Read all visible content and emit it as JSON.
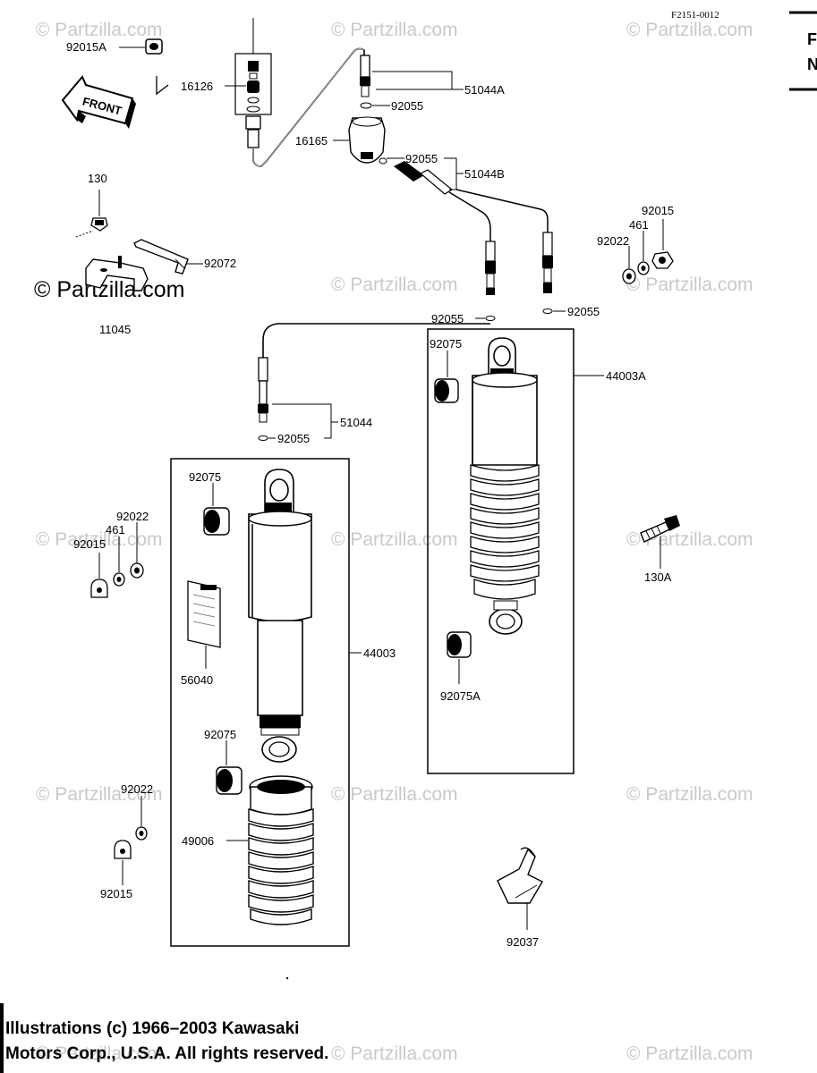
{
  "diagram_code": "F2151-0012",
  "edge_text": [
    "F",
    "N"
  ],
  "front_label": "FRONT",
  "watermark": "© Partzilla.com",
  "labels": {
    "p92015A": "92015A",
    "p16126": "16126",
    "p16165": "16165",
    "p92055_a": "92055",
    "p51044A": "51044A",
    "p92055_b": "92055",
    "p51044B": "51044B",
    "p130": "130",
    "p92072": "92072",
    "p11045": "11045",
    "p92015_r": "92015",
    "p461_r": "461",
    "p92022_r": "92022",
    "p92055_c": "92055",
    "p92055_d": "92055",
    "p92075_r": "92075",
    "p44003A": "44003A",
    "p51044": "51044",
    "p92055_e": "92055",
    "p92075_l": "92075",
    "p92022_l": "92022",
    "p461_l": "461",
    "p92015_l": "92015",
    "p130A": "130A",
    "p56040": "56040",
    "p44003": "44003",
    "p92075A": "92075A",
    "p92075_l2": "92075",
    "p92022_l2": "92022",
    "p49006": "49006",
    "p92015_l2": "92015",
    "p92037": "92037"
  },
  "copyright": {
    "line1": "Illustrations (c) 1966–2003 Kawasaki",
    "line2": "Motors Corp., U.S.A.  All rights reserved."
  }
}
